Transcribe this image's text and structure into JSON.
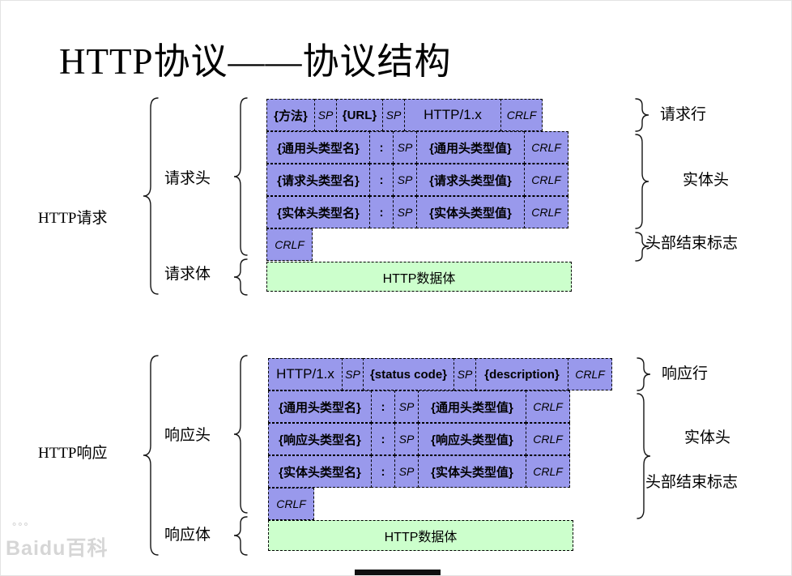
{
  "title": "HTTP协议——协议结构",
  "watermark": {
    "text": "Baidu百科",
    "dots": "°°°"
  },
  "colors": {
    "box_purple": "#9999ec",
    "box_green": "#ccffcc"
  },
  "request": {
    "section_label": "HTTP请求",
    "header_label": "请求头",
    "body_label": "请求体",
    "line_label": "请求行",
    "entity_label": "实体头",
    "header_end_label": "头部结束标志",
    "rows": [
      {
        "cells": [
          "{方法}",
          "SP",
          "{URL}",
          "SP",
          "HTTP/1.x",
          "CRLF"
        ]
      },
      {
        "cells": [
          "{通用头类型名}",
          ":",
          "SP",
          "{通用头类型值}",
          "CRLF"
        ]
      },
      {
        "cells": [
          "{请求头类型名}",
          ":",
          "SP",
          "{请求头类型值}",
          "CRLF"
        ]
      },
      {
        "cells": [
          "{实体头类型名}",
          ":",
          "SP",
          "{实体头类型值}",
          "CRLF"
        ]
      },
      {
        "cells": [
          "CRLF"
        ]
      },
      {
        "cells": [
          "HTTP数据体"
        ]
      }
    ]
  },
  "response": {
    "section_label": "HTTP响应",
    "header_label": "响应头",
    "body_label": "响应体",
    "line_label": "响应行",
    "entity_label": "实体头",
    "header_end_label": "头部结束标志",
    "rows": [
      {
        "cells": [
          "HTTP/1.x",
          "SP",
          "{status code}",
          "SP",
          "{description}",
          "CRLF"
        ]
      },
      {
        "cells": [
          "{通用头类型名}",
          ":",
          "SP",
          "{通用头类型值}",
          "CRLF"
        ]
      },
      {
        "cells": [
          "{响应头类型名}",
          ":",
          "SP",
          "{响应头类型值}",
          "CRLF"
        ]
      },
      {
        "cells": [
          "{实体头类型名}",
          ":",
          "SP",
          "{实体头类型值}",
          "CRLF"
        ]
      },
      {
        "cells": [
          "CRLF"
        ]
      },
      {
        "cells": [
          "HTTP数据体"
        ]
      }
    ]
  }
}
